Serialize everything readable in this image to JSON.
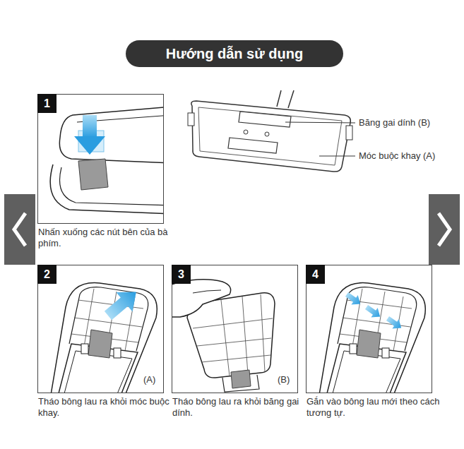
{
  "diagram": {
    "title": "Hướng dẫn sử dụng",
    "nodes": [
      {
        "text": [
          "Nhấn xuống các nút bên của bà phím."
        ]
      },
      {
        "text": [
          "1"
        ],
        "in": 0
      },
      {
        "text": [
          "Tháo bông lau ra khỏi móc buộc khay."
        ]
      },
      {
        "text": [
          "2"
        ],
        "in": 2
      },
      {
        "text": [
          "Tháo bông lau ra khỏi băng gai dính."
        ]
      },
      {
        "text": [
          "3"
        ],
        "in": 4
      },
      {
        "text": [
          "Gắn vào bông lau mới theo cách tương tự."
        ]
      },
      {
        "text": [
          "4"
        ],
        "in": 6
      }
    ],
    "labels": [
      "Băng gai dính (B)",
      "Móc buộc khay (A)",
      "(A)",
      "(B)"
    ]
  }
}
